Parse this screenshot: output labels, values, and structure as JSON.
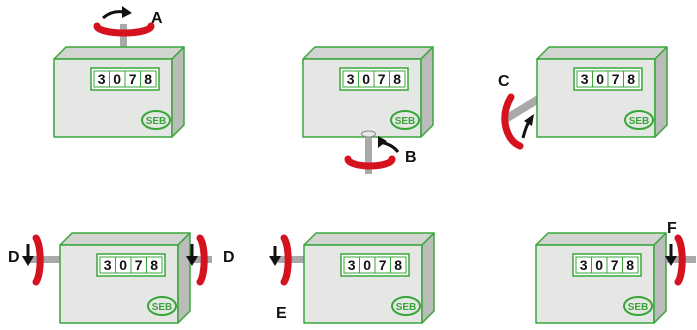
{
  "colors": {
    "box_front": "#e4e7e4",
    "box_side": "#b9bcb9",
    "box_top": "#d1d4d1",
    "outline": "#3aa53a",
    "shaft": "#a9a9a9",
    "arrow_red": "#d4131f",
    "arrow_black": "#111111",
    "label": "#111111"
  },
  "counter_digits": [
    "3",
    "0",
    "7",
    "8"
  ],
  "logo_text": "SEB",
  "meters": [
    {
      "id": "meter-1",
      "shaft": "top",
      "arrows": [
        {
          "label": "A",
          "position": "top"
        }
      ]
    },
    {
      "id": "meter-2",
      "shaft": "bottom",
      "arrows": [
        {
          "label": "B",
          "position": "bottom"
        }
      ]
    },
    {
      "id": "meter-3",
      "shaft": "left-diagonal",
      "arrows": [
        {
          "label": "C",
          "position": "left-diagonal"
        }
      ]
    },
    {
      "id": "meter-4",
      "shaft": "left-and-right",
      "arrows": [
        {
          "label": "D",
          "position": "left"
        },
        {
          "label": "D",
          "position": "right"
        }
      ]
    },
    {
      "id": "meter-5",
      "shaft": "left",
      "arrows": [
        {
          "label": "E",
          "position": "left"
        }
      ]
    },
    {
      "id": "meter-6",
      "shaft": "right",
      "arrows": [
        {
          "label": "F",
          "position": "right"
        }
      ]
    }
  ]
}
